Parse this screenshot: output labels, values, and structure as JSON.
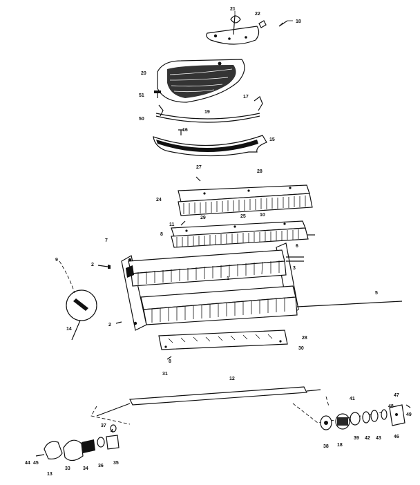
{
  "labels": {
    "l21": "21",
    "l22": "22",
    "l18a": "18",
    "l20": "20",
    "l51": "51",
    "l17": "17",
    "l19": "19",
    "l50": "50",
    "l16": "16",
    "l15": "15",
    "l27": "27",
    "l28a": "28",
    "l24": "24",
    "l11": "11",
    "l29": "29",
    "l25": "25",
    "l10": "10",
    "l8a": "8",
    "l7": "7",
    "l6": "6",
    "l2a": "2",
    "l3": "3",
    "l1": "1",
    "l9": "9",
    "l14": "14",
    "l5": "5",
    "l2b": "2",
    "l28b": "28",
    "l30": "30",
    "l8b": "8",
    "l31": "31",
    "l12": "12",
    "l41": "41",
    "l47": "47",
    "l48a": "48",
    "l49": "49",
    "l37": "37",
    "l4": "4",
    "l38": "38",
    "l18b": "18",
    "l39": "39",
    "l42a": "42",
    "l43a": "43",
    "l46": "46",
    "l44": "44",
    "l45": "45",
    "l13": "13",
    "l33": "33",
    "l34": "34",
    "l36": "36",
    "l35": "35"
  }
}
